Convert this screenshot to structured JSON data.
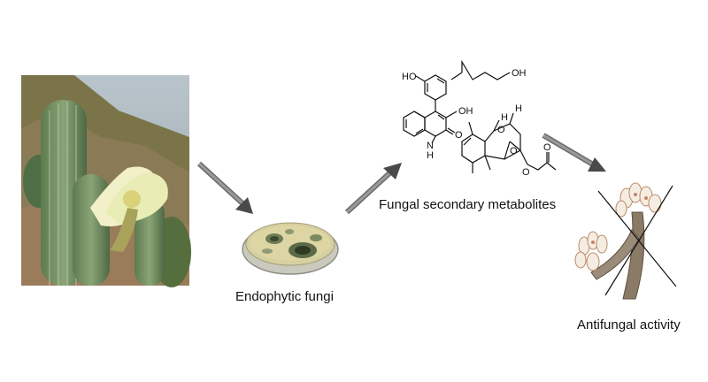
{
  "labels": {
    "endophytic_fungi": "Endophytic fungi",
    "metabolites": "Fungal secondary metabolites",
    "antifungal": "Antifungal activity"
  },
  "chem_labels": {
    "ho": "HO",
    "oh": "OH",
    "nh": "N",
    "h": "H",
    "o": "O"
  },
  "icons": {
    "photo": "cactus-photo",
    "dish": "petri-dish-icon",
    "fungus": "fungus-icon",
    "cross": "cross-icon",
    "arrow": "arrow-icon"
  }
}
